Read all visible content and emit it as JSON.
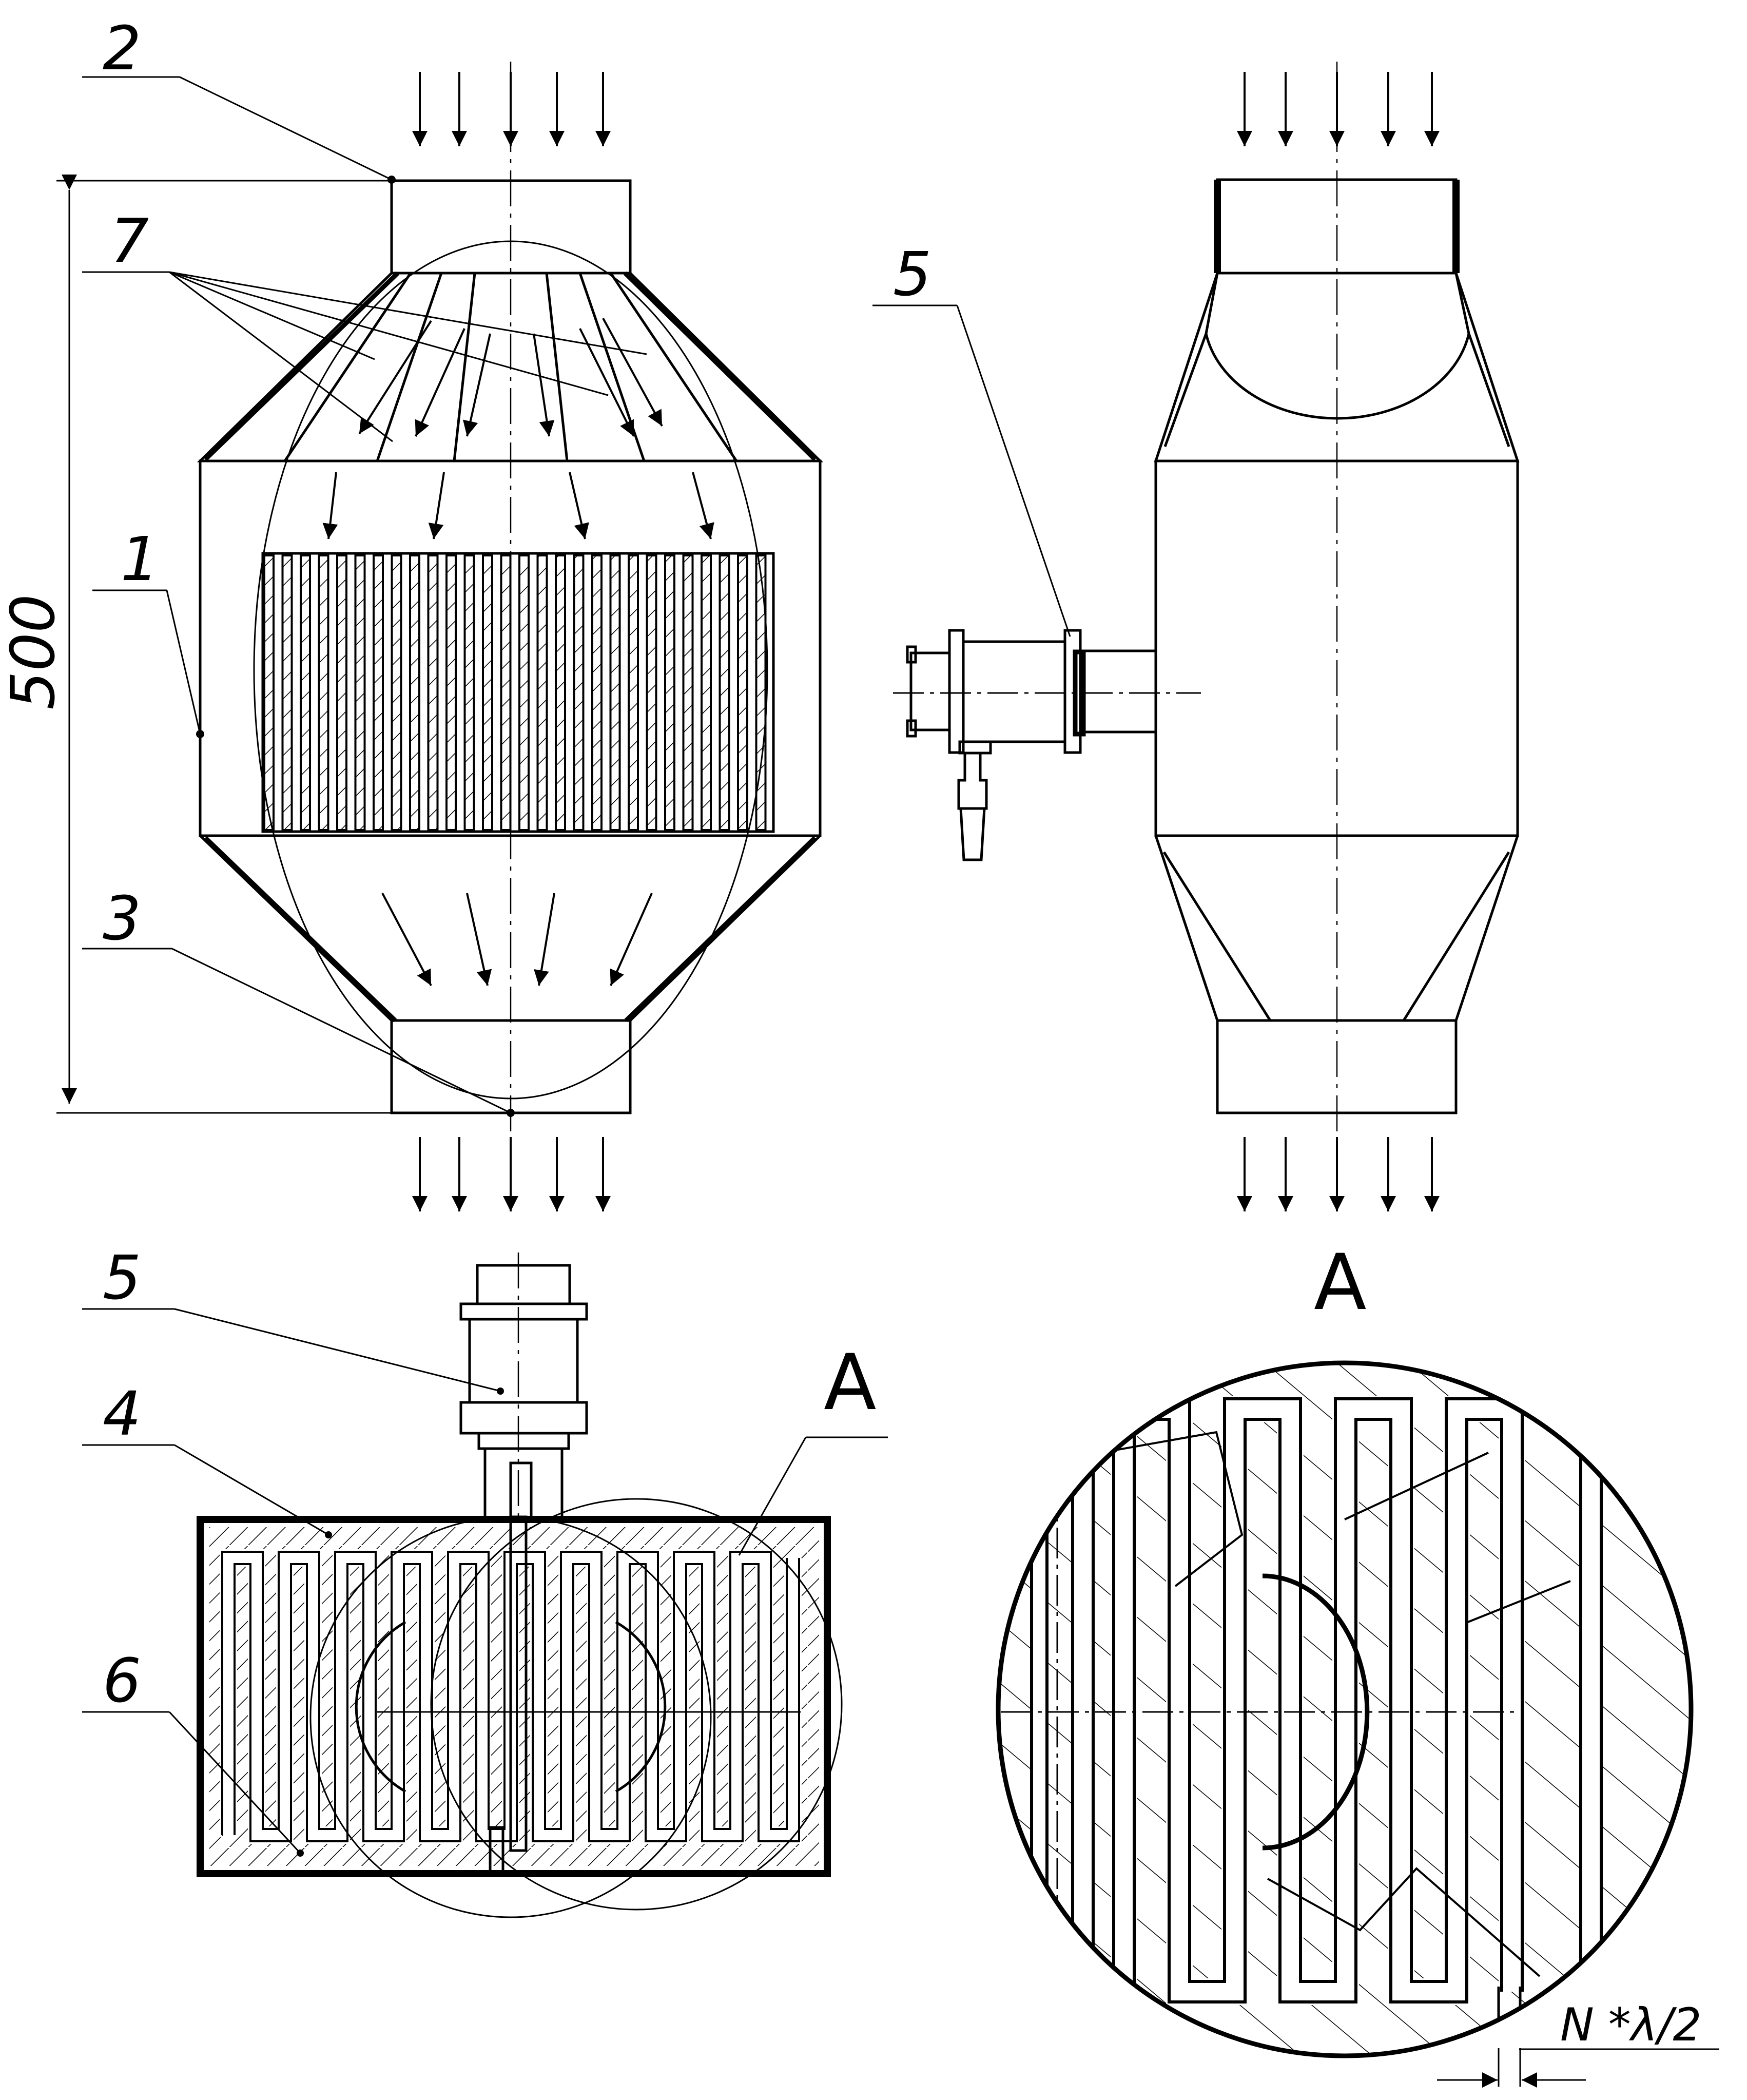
{
  "labels": {
    "callout_2": "2",
    "callout_7": "7",
    "callout_1": "1",
    "callout_3": "3",
    "callout_5_side": "5",
    "callout_5_plan": "5",
    "callout_4": "4",
    "callout_6": "6",
    "dimension_500": "500",
    "view_a_callout": "A",
    "view_a_title": "A",
    "gap_note": "N *λ/2"
  },
  "colors": {
    "ink": "#000000",
    "paper": "#ffffff"
  }
}
